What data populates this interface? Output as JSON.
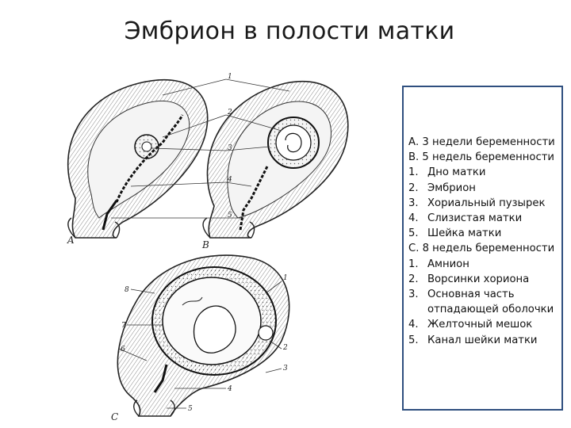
{
  "title": "Эмбрион в полости матки",
  "figure_labels": {
    "a": "A",
    "b": "В",
    "c": "С",
    "callouts": [
      "1",
      "2",
      "3",
      "4",
      "5",
      "1",
      "2",
      "3",
      "4",
      "5",
      "6",
      "7",
      "8"
    ]
  },
  "legend": {
    "lines": [
      {
        "num": "",
        "text": "А. 3 недели беременности"
      },
      {
        "num": "",
        "text": "В. 5 недель беременности"
      },
      {
        "num": "1.",
        "text": "Дно матки"
      },
      {
        "num": "2.",
        "text": "Эмбрион"
      },
      {
        "num": "3.",
        "text": "Хориальный пузырек"
      },
      {
        "num": "4.",
        "text": "Слизистая матки"
      },
      {
        "num": "5.",
        "text": "Шейка матки"
      },
      {
        "num": "",
        "text": "С. 8 недель беременности"
      },
      {
        "num": "1.",
        "text": "Амнион"
      },
      {
        "num": "2.",
        "text": "Ворсинки хориона"
      },
      {
        "num": "3.",
        "text": "Основная часть"
      },
      {
        "num": "",
        "text": "отпадающей оболочки"
      },
      {
        "num": "4.",
        "text": "Желточный мешок"
      },
      {
        "num": "5.",
        "text": "Канал шейки матки"
      }
    ]
  }
}
